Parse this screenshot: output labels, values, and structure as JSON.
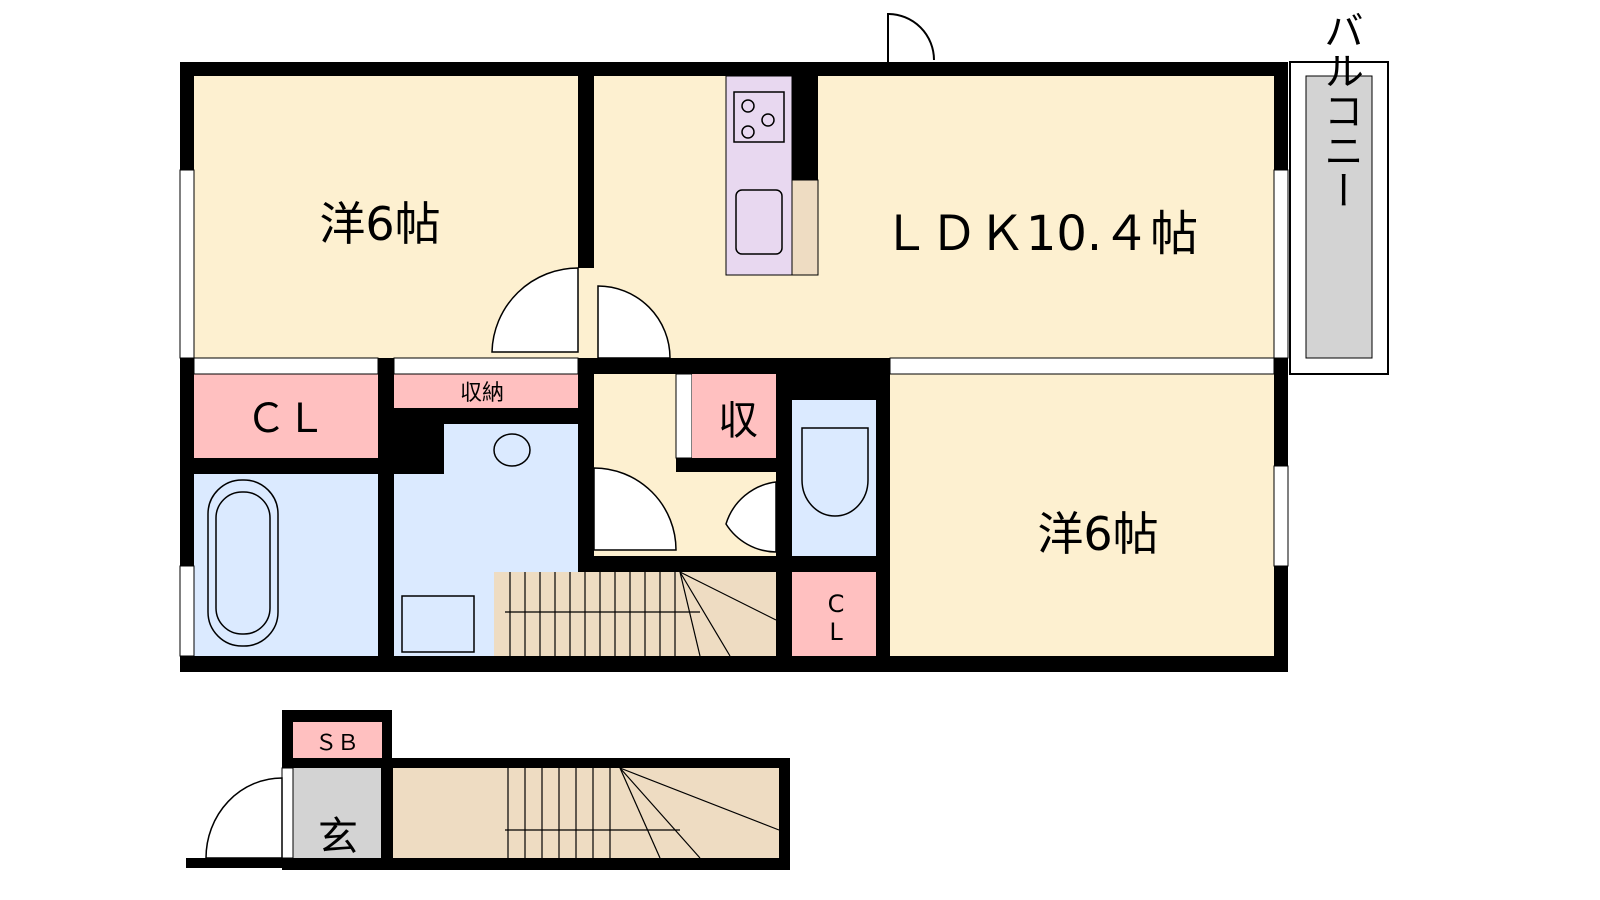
{
  "rooms": {
    "western1": "洋6帖",
    "ldk": "ＬＤＫ10.４帖",
    "balcony": "バルコニー",
    "closet1": "ＣＬ",
    "storage": "収納",
    "storage_small": "収",
    "western2": "洋6帖",
    "closet2_line1": "C",
    "closet2_line2": "L",
    "shoebox": "ＳＢ",
    "entrance": "玄"
  },
  "colors": {
    "room": "#fdf0d0",
    "closet": "#ffc0c0",
    "wet": "#dbeaff",
    "stairs": "#eedcc2",
    "kitchen": "#e8d8f0",
    "entrance": "#d3d3d3",
    "wall": "#000000"
  }
}
